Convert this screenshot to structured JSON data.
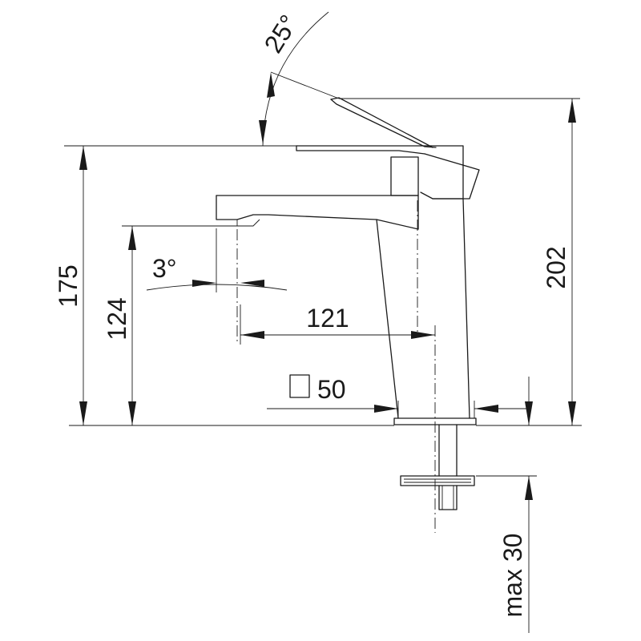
{
  "dimensions": {
    "lever_angle": "25°",
    "height_spout": "175",
    "height_outlet": "124",
    "outlet_angle": "3°",
    "reach": "121",
    "base_size": "50",
    "height_total": "202",
    "max_deck": "max 30"
  }
}
